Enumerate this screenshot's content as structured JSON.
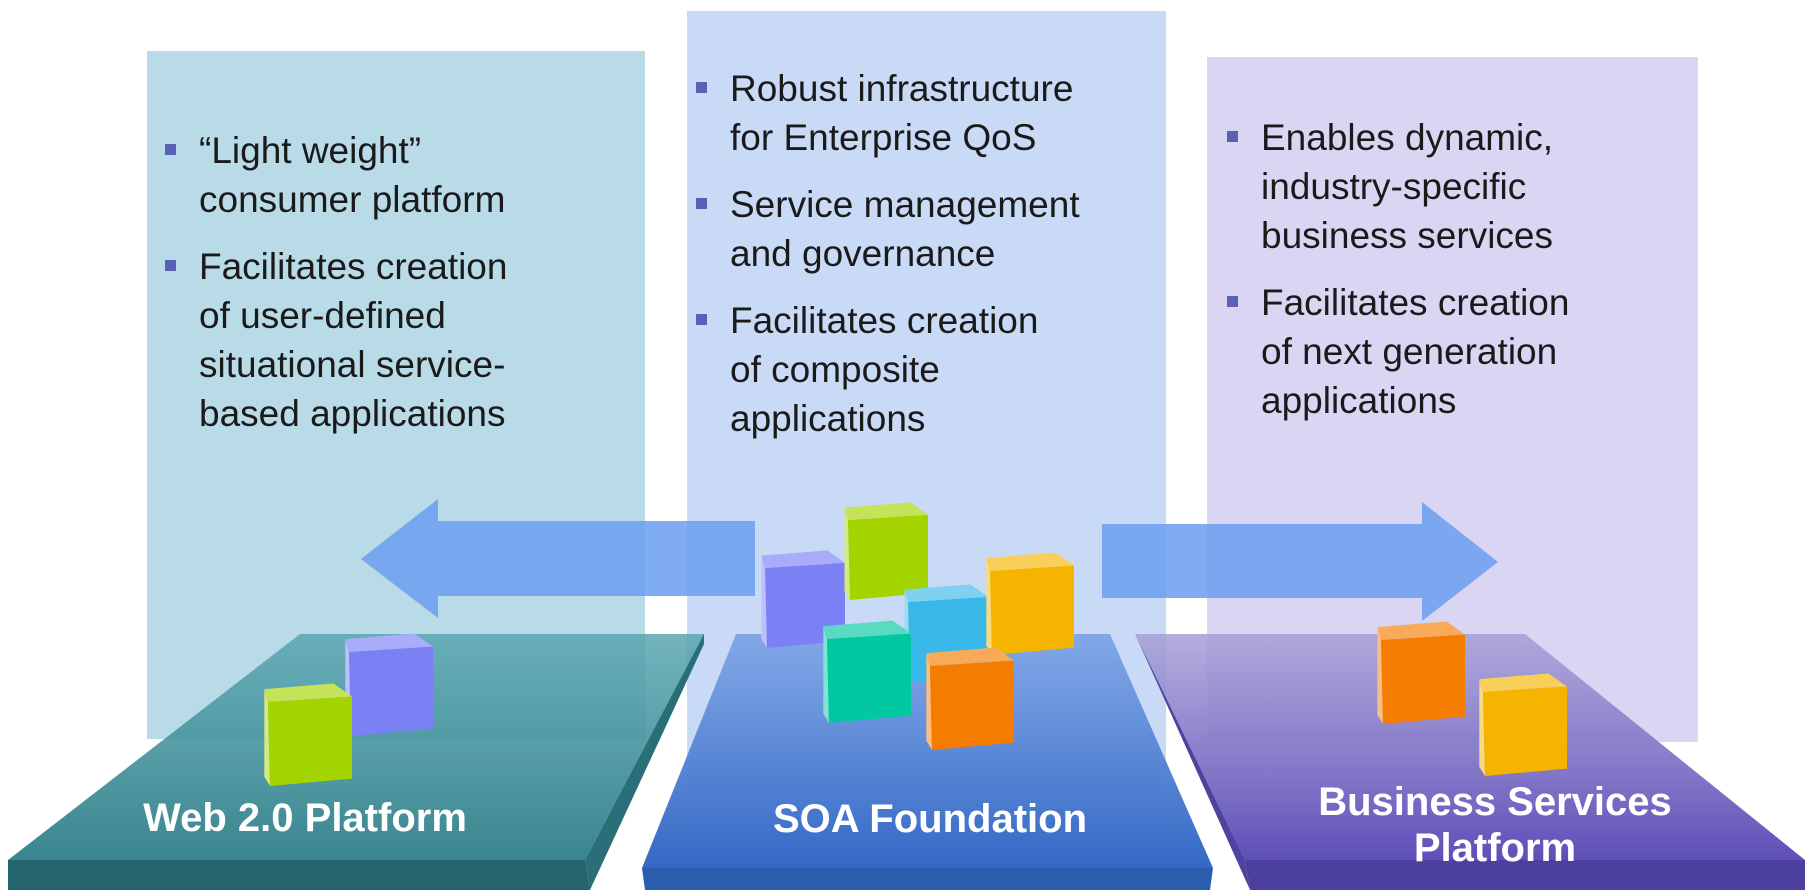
{
  "columns": [
    {
      "id": "web20",
      "color": "#b9dbe8",
      "bullets": [
        "“Light weight” consumer platform",
        "Facilitates creation of user-defined situational service-based applications"
      ],
      "lines": [
        [
          "“Light weight”",
          "consumer platform"
        ],
        [
          "Facilitates creation",
          "of user-defined",
          "situational service-",
          "based applications"
        ]
      ]
    },
    {
      "id": "soa",
      "color": "#c9daf6",
      "bullets": [
        "Robust infrastructure for Enterprise QoS",
        "Service management and governance",
        "Facilitates creation of composite applications"
      ],
      "lines": [
        [
          "Robust infrastructure",
          "for Enterprise QoS"
        ],
        [
          "Service management",
          "and governance"
        ],
        [
          "Facilitates creation",
          "of composite",
          "applications"
        ]
      ]
    },
    {
      "id": "bsp",
      "color": "#d9d5f2",
      "bullets": [
        "Enables dynamic, industry-specific business services",
        "Facilitates creation of next generation applications"
      ],
      "lines": [
        [
          "Enables dynamic,",
          "industry-specific",
          "business services"
        ],
        [
          "Facilitates creation",
          "of next generation",
          "applications"
        ]
      ]
    }
  ],
  "platforms": {
    "web20": {
      "label": "Web 2.0 Platform",
      "color": "#3f8f9a"
    },
    "soa": {
      "label": "SOA Foundation",
      "color": "#3d70c8"
    },
    "bsp": {
      "label_line1": "Business Services",
      "label_line2": "Platform",
      "color": "#6b5fbf"
    }
  },
  "arrow_color": "#6a9ef0",
  "cube_colors": [
    "#a4d400",
    "#7b80f5",
    "#f47c00",
    "#f5b400",
    "#38b8e8",
    "#00c8a0"
  ]
}
